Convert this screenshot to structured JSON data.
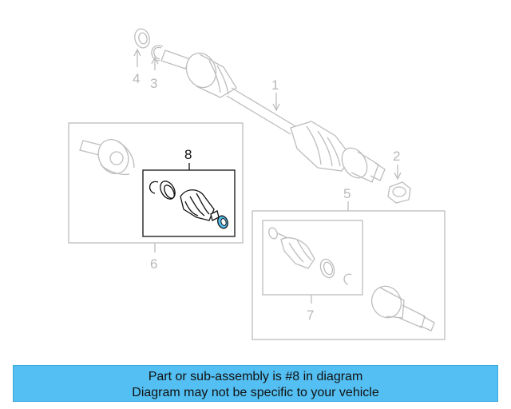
{
  "callouts": {
    "c1": "1",
    "c2": "2",
    "c3": "3",
    "c4": "4",
    "c5": "5",
    "c6": "6",
    "c7": "7",
    "c8": "8"
  },
  "highlight_color": "#54bff2",
  "banner": {
    "line1": "Part or sub-assembly is #8 in diagram",
    "line2": "Diagram may not be specific to your vehicle"
  }
}
